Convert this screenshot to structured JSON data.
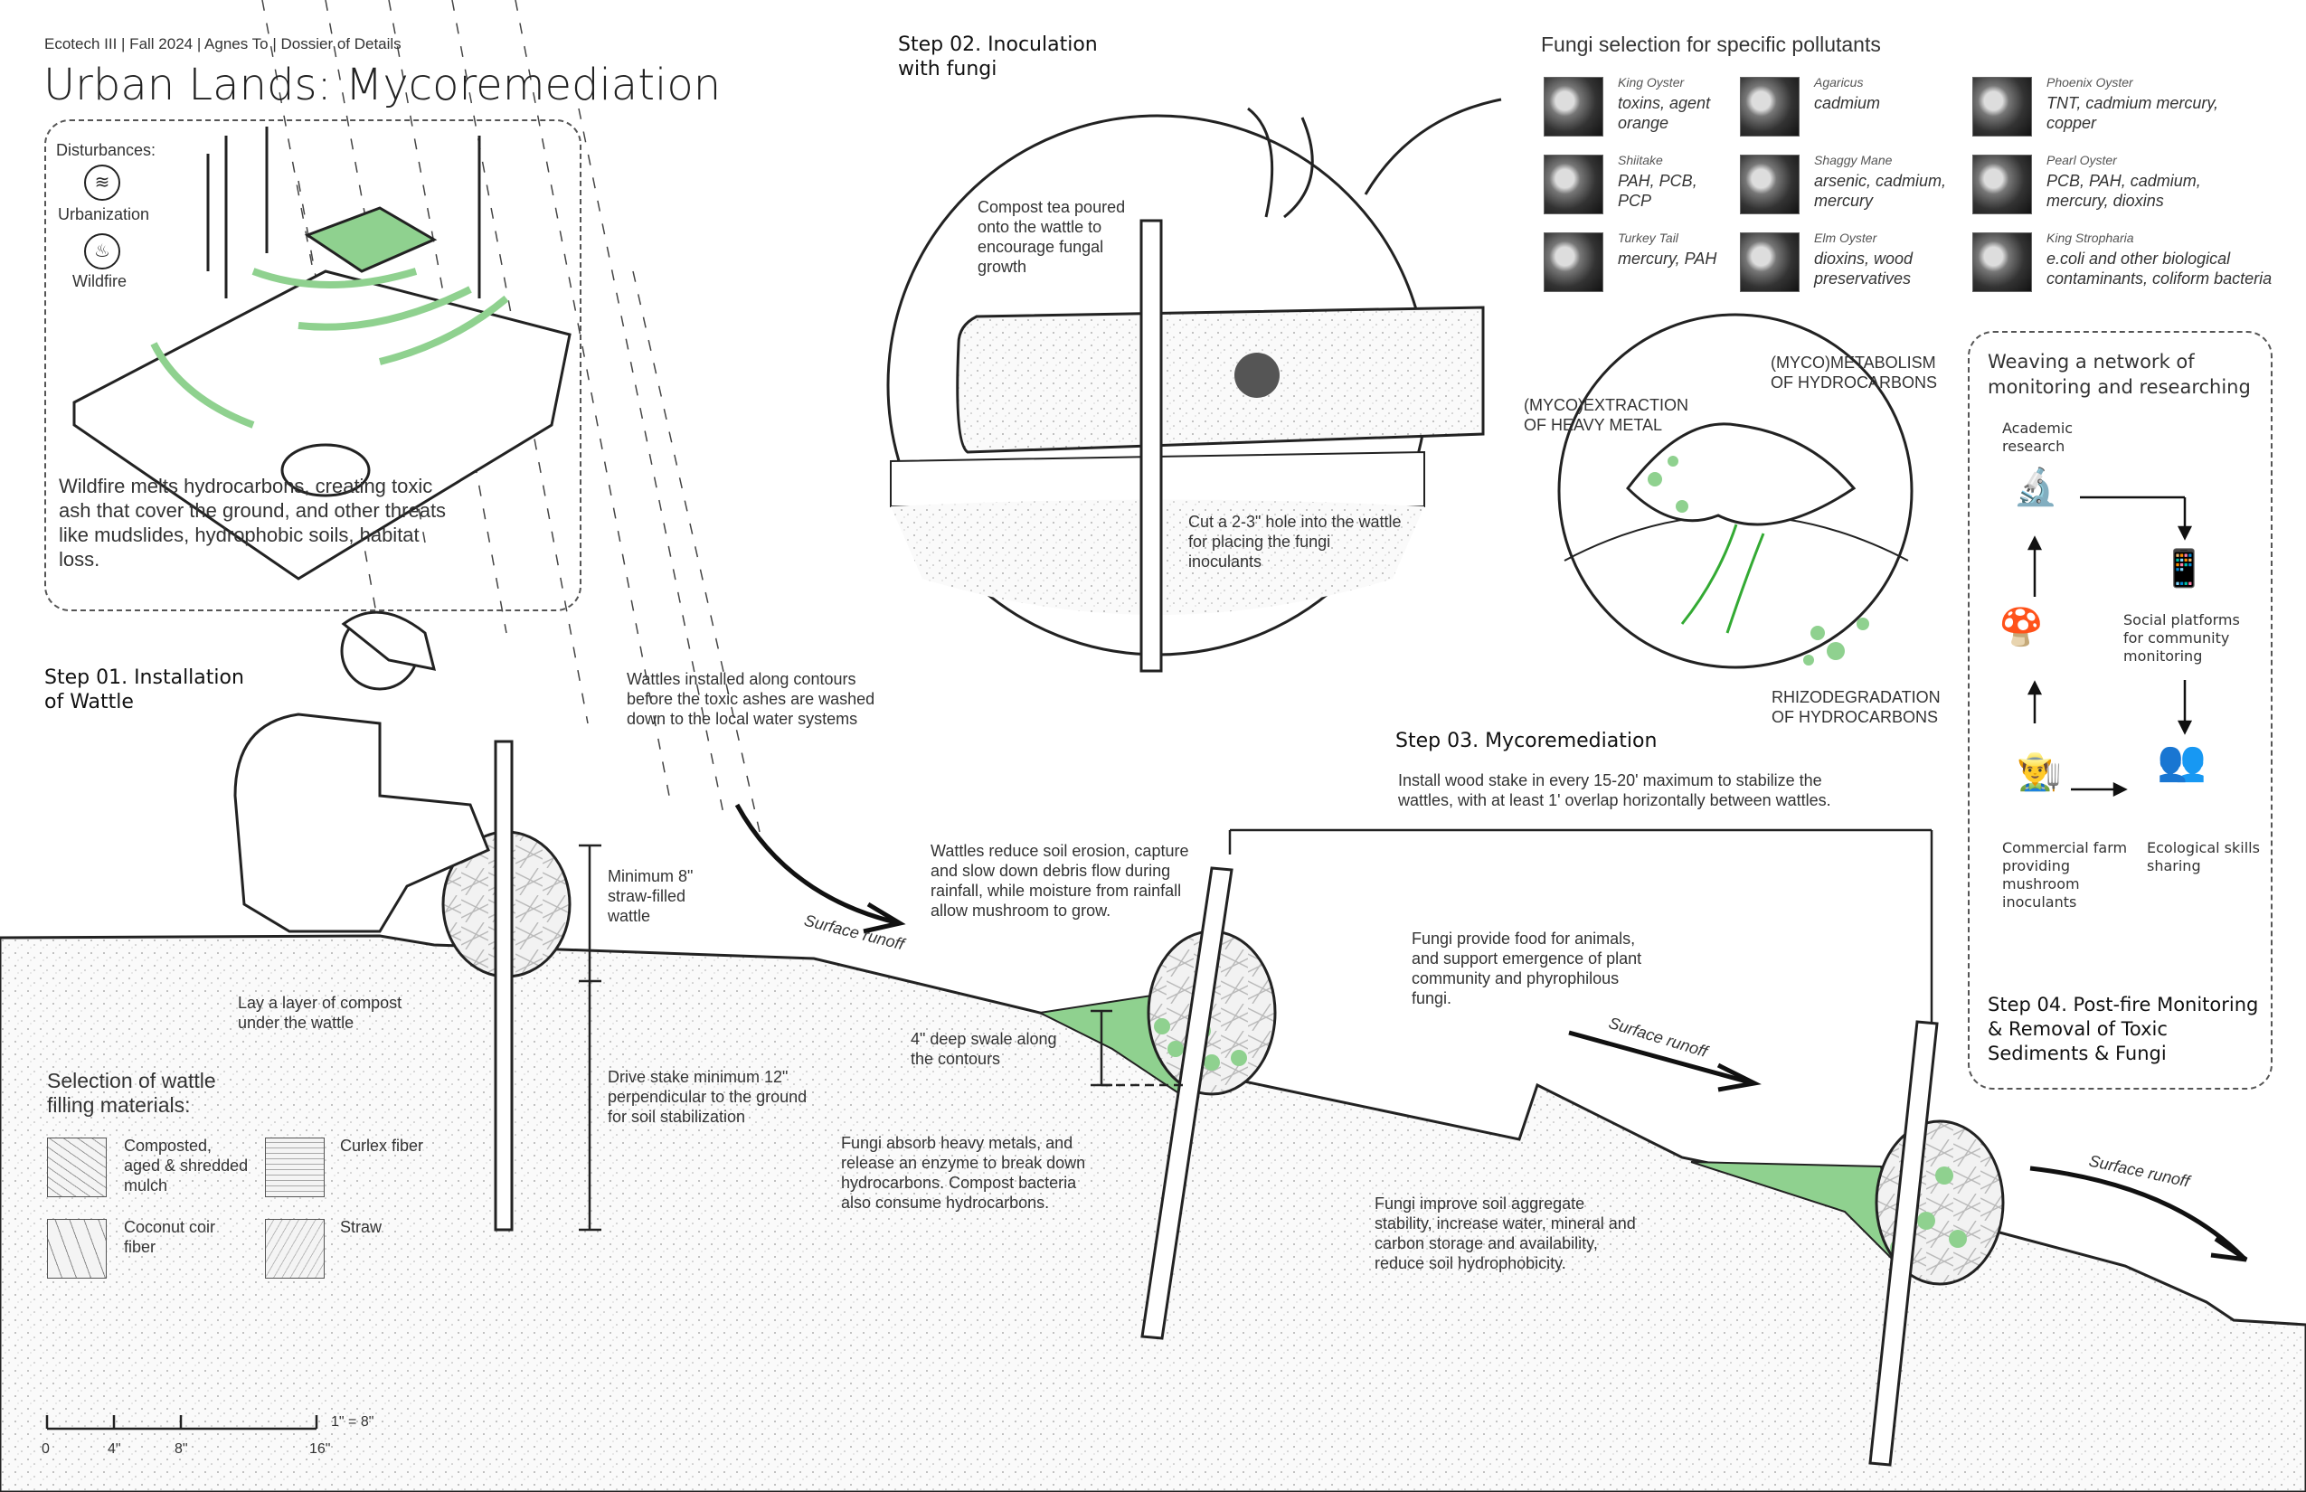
{
  "header": {
    "meta": "Ecotech III | Fall 2024 | Agnes To | Dossier of Details",
    "title": "Urban Lands: Mycoremediation"
  },
  "disturbances": {
    "label": "Disturbances:",
    "items": [
      {
        "icon": "urbanization-icon",
        "label": "Urbanization"
      },
      {
        "icon": "wildfire-icon",
        "label": "Wildfire"
      }
    ],
    "description": "Wildfire melts hydrocarbons, creating toxic ash that cover the ground, and other threats like mudslides, hydrophobic soils, habitat loss."
  },
  "step01": {
    "title": "Step 01. Installation of Wattle",
    "wattles_note": "Wattles installed along contours before the toxic ashes are washed down to the local water systems",
    "minimum_note": "Minimum 8\" straw-filled wattle",
    "compost_note": "Lay a layer of compost under the wattle",
    "stake_note": "Drive stake minimum 12\" perpendicular to the ground for soil stabilization",
    "materials_title": "Selection of wattle filling materials:",
    "materials": [
      {
        "label": "Composted, aged & shredded mulch"
      },
      {
        "label": "Curlex fiber"
      },
      {
        "label": "Coconut coir fiber"
      },
      {
        "label": "Straw"
      }
    ]
  },
  "step02": {
    "title": "Step 02. Inoculation with fungi",
    "compost_tea": "Compost tea poured onto the wattle to encourage fungal growth",
    "cut_hole": "Cut a 2-3\" hole into the wattle for placing the fungi inoculants"
  },
  "fungi": {
    "title": "Fungi selection for specific pollutants",
    "items": [
      {
        "name": "King Oyster",
        "pollutants": "toxins, agent orange"
      },
      {
        "name": "Agaricus",
        "pollutants": "cadmium"
      },
      {
        "name": "Phoenix Oyster",
        "pollutants": "TNT, cadmium mercury, copper"
      },
      {
        "name": "Shiitake",
        "pollutants": "PAH, PCB, PCP"
      },
      {
        "name": "Shaggy Mane",
        "pollutants": "arsenic, cadmium, mercury"
      },
      {
        "name": "Pearl Oyster",
        "pollutants": "PCB, PAH, cadmium, mercury, dioxins"
      },
      {
        "name": "Turkey Tail",
        "pollutants": "mercury, PAH"
      },
      {
        "name": "Elm Oyster",
        "pollutants": "dioxins, wood preservatives"
      },
      {
        "name": "King Stropharia",
        "pollutants": "e.coli and other biological contaminants, coliform bacteria"
      }
    ]
  },
  "processes": {
    "extraction": "(MYCO)EXTRACTION OF HEAVY METAL",
    "metabolism": "(MYCO)METABOLISM OF HYDROCARBONS",
    "rhizodegradation": "RHIZODEGRADATION OF HYDROCARBONS"
  },
  "step03": {
    "title": "Step 03. Mycoremediation",
    "stake_note": "Install wood stake in every 15-20' maximum to stabilize the wattles, with at least 1' overlap horizontally between wattles.",
    "wattles_reduce": "Wattles reduce soil erosion, capture and slow down debris flow during rainfall, while moisture from rainfall allow mushroom to grow.",
    "swale": "4\" deep swale along the contours",
    "fungi_absorb": "Fungi absorb heavy metals, and release an enzyme to break down hydrocarbons. Compost bacteria also consume hydrocarbons.",
    "fungi_food": "Fungi provide food for animals, and support emergence of plant community and phyrophilous fungi.",
    "fungi_soil": "Fungi improve soil aggregate stability, increase water, mineral and carbon storage and availability, reduce soil hydrophobicity.",
    "runoff": "Surface runoff"
  },
  "network": {
    "title": "Weaving a network of monitoring and researching",
    "nodes": {
      "academic": "Academic research",
      "social": "Social platforms for community monitoring",
      "commercial": "Commercial farm providing mushroom inoculants",
      "ecological": "Ecological skills sharing"
    },
    "step04": "Step 04. Post-fire Monitoring & Removal of Toxic Sediments & Fungi"
  },
  "scale": {
    "ticks": [
      "0",
      "4\"",
      "8\"",
      "16\""
    ],
    "ratio": "1\" = 8\""
  },
  "colors": {
    "accent_green": "#8fd18f",
    "ink": "#222222"
  }
}
